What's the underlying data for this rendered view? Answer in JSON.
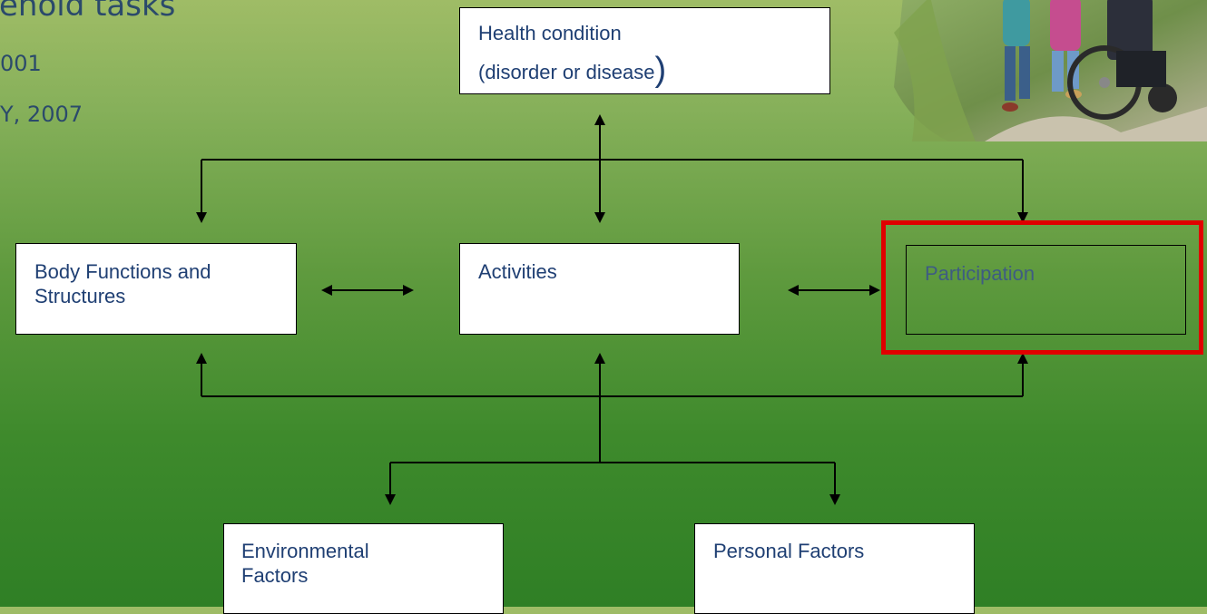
{
  "slide": {
    "title_fragment": "enoid tasks",
    "line1": "001",
    "line2": "Y, 2007"
  },
  "diagram": {
    "health_condition": {
      "line1": "Health condition",
      "line2": "(disorder or disease",
      "line2_paren": ")"
    },
    "body": {
      "line1": "Body Functions and",
      "line2": "Structures"
    },
    "activities": {
      "label": "Activities"
    },
    "participation": {
      "label": "Participation"
    },
    "environmental": {
      "line1": "Environmental",
      "line2": "Factors"
    },
    "personal": {
      "label": "Personal Factors"
    }
  },
  "colors": {
    "highlight": "#e00000",
    "text": "#1f3f73",
    "background_top": "#9fbc66",
    "background_bottom": "#2f7f25"
  }
}
